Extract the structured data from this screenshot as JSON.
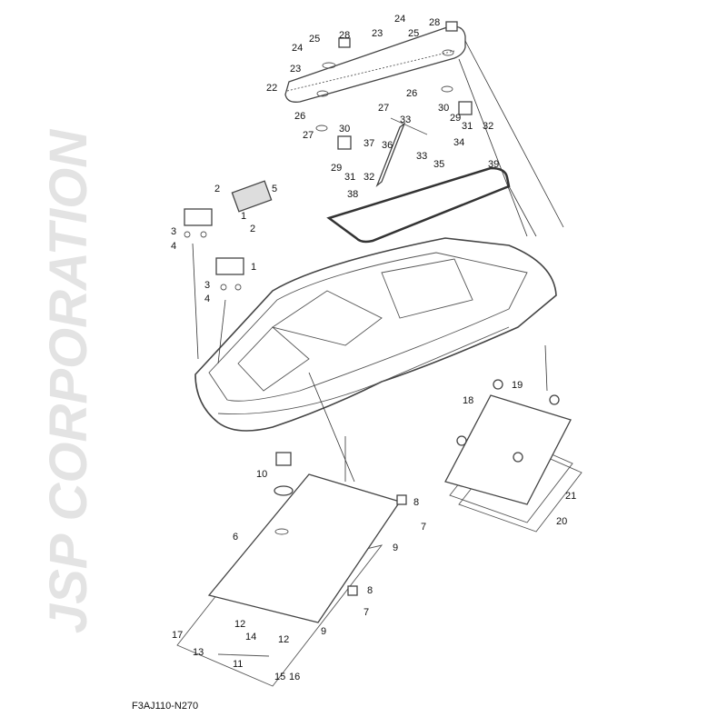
{
  "diagram_code": "F3AJ110-N270",
  "watermark": "JSP CORPORATION",
  "callouts": [
    "24",
    "25",
    "28",
    "23",
    "22",
    "24",
    "23",
    "25",
    "28",
    "26",
    "27",
    "26",
    "27",
    "30",
    "29",
    "31",
    "32",
    "37",
    "36",
    "33",
    "34",
    "30",
    "29",
    "31",
    "32",
    "33",
    "35",
    "38",
    "39",
    "2",
    "5",
    "1",
    "3",
    "2",
    "4",
    "1",
    "3",
    "4",
    "19",
    "18",
    "21",
    "20",
    "10",
    "8",
    "7",
    "6",
    "9",
    "8",
    "7",
    "9",
    "12",
    "17",
    "12",
    "14",
    "13",
    "11",
    "15",
    "16"
  ]
}
